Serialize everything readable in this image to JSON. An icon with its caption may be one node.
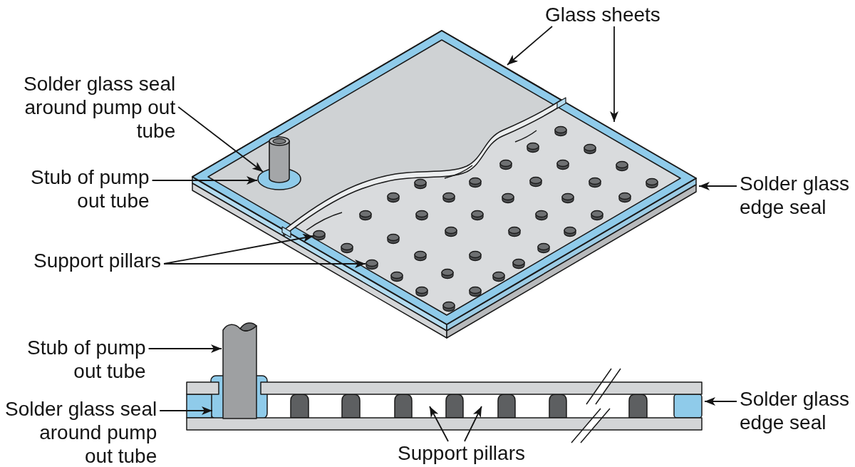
{
  "diagram": {
    "nodes": [
      {
        "text": [
          "Glass sheets"
        ]
      },
      {
        "text": [
          "Solder glass seal around pump out tube"
        ]
      },
      {
        "text": [
          "Stub of pump out tube"
        ]
      },
      {
        "text": [
          "Support pillars"
        ]
      },
      {
        "text": [
          "Solder glass edge seal"
        ]
      },
      {
        "text": [
          "Stub of pump out tube"
        ]
      },
      {
        "text": [
          "Solder glass seal around pump out tube"
        ]
      },
      {
        "text": [
          "Support pillars"
        ]
      },
      {
        "text": [
          "Solder glass edge seal"
        ]
      }
    ],
    "edges": [
      {
        "from": 0,
        "to": null,
        "arrow": "to"
      },
      {
        "from": 0,
        "to": null,
        "arrow": "to"
      },
      {
        "from": 1,
        "to": null,
        "arrow": "to"
      },
      {
        "from": 2,
        "to": null,
        "arrow": "to"
      },
      {
        "from": 3,
        "to": null,
        "arrow": "to"
      },
      {
        "from": 3,
        "to": null,
        "arrow": "to"
      },
      {
        "from": 4,
        "to": null,
        "arrow": "to"
      },
      {
        "from": 5,
        "to": null,
        "arrow": "to"
      },
      {
        "from": 6,
        "to": null,
        "arrow": "to"
      },
      {
        "from": 7,
        "to": null,
        "arrow": "to"
      },
      {
        "from": 7,
        "to": null,
        "arrow": "to"
      },
      {
        "from": 8,
        "to": null,
        "arrow": "to"
      }
    ]
  }
}
